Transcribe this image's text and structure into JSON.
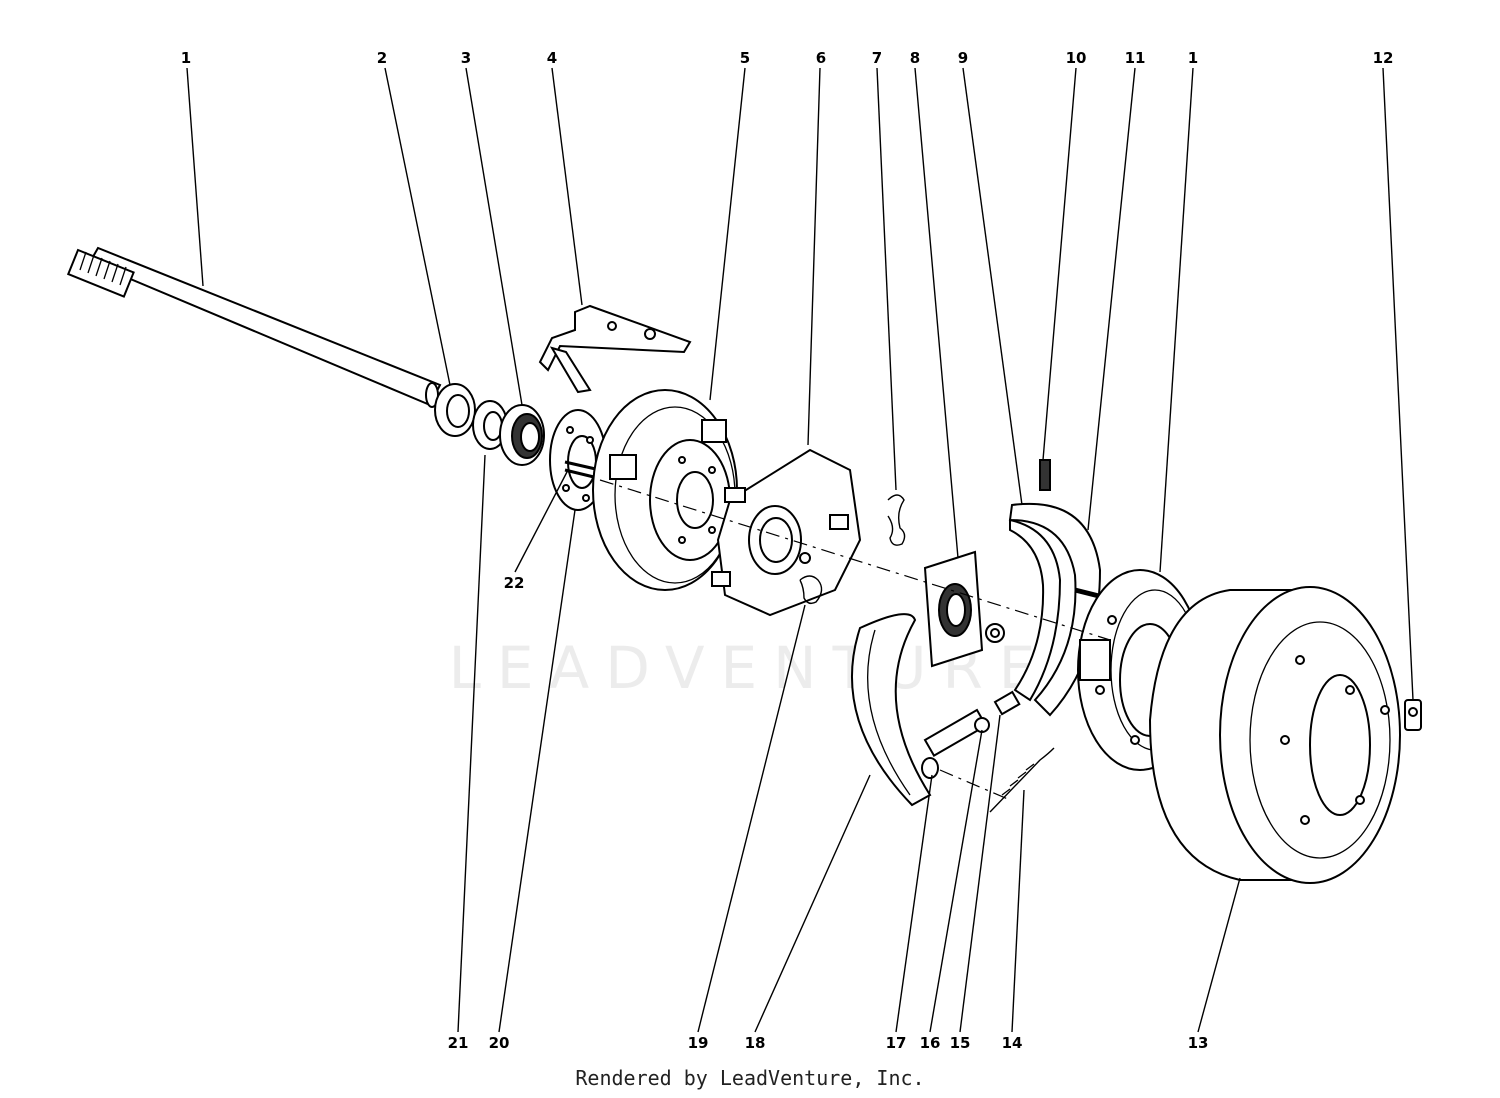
{
  "diagram": {
    "callouts_top": [
      {
        "id": "c1a",
        "text": "1"
      },
      {
        "id": "c2",
        "text": "2"
      },
      {
        "id": "c3",
        "text": "3"
      },
      {
        "id": "c4",
        "text": "4"
      },
      {
        "id": "c5",
        "text": "5"
      },
      {
        "id": "c6",
        "text": "6"
      },
      {
        "id": "c7",
        "text": "7"
      },
      {
        "id": "c8",
        "text": "8"
      },
      {
        "id": "c9",
        "text": "9"
      },
      {
        "id": "c10",
        "text": "10"
      },
      {
        "id": "c11",
        "text": "11"
      },
      {
        "id": "c1b",
        "text": "1"
      },
      {
        "id": "c12",
        "text": "12"
      }
    ],
    "callouts_bottom": [
      {
        "id": "c21",
        "text": "21"
      },
      {
        "id": "c20",
        "text": "20"
      },
      {
        "id": "c19",
        "text": "19"
      },
      {
        "id": "c18",
        "text": "18"
      },
      {
        "id": "c17",
        "text": "17"
      },
      {
        "id": "c16",
        "text": "16"
      },
      {
        "id": "c15",
        "text": "15"
      },
      {
        "id": "c14",
        "text": "14"
      },
      {
        "id": "c13",
        "text": "13"
      }
    ],
    "callout_mid": {
      "id": "c22",
      "text": "22"
    },
    "watermark": "LEADVENTURE",
    "credit": "Rendered by LeadVenture, Inc."
  }
}
